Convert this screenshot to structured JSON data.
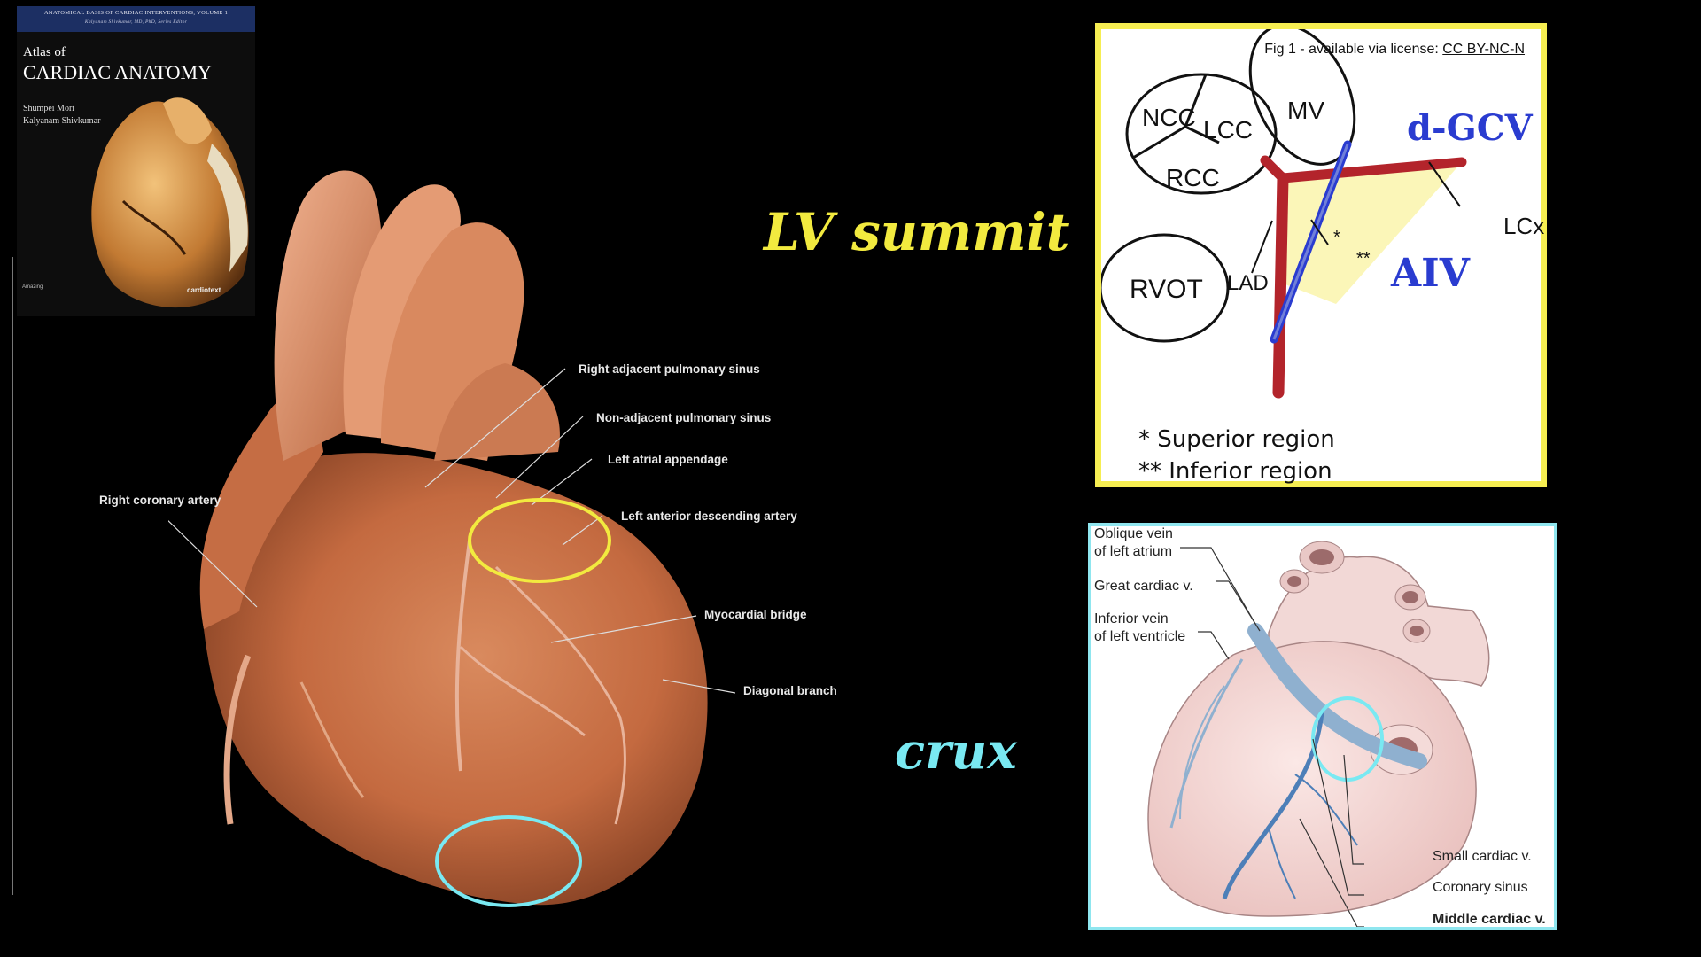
{
  "book": {
    "series": "ANATOMICAL BASIS OF CARDIAC INTERVENTIONS, VOLUME 1",
    "editor": "Kalyanam Shivkumar, MD, PhD, Series Editor",
    "title_line1": "Atlas of",
    "title_line2": "CARDIAC ANATOMY",
    "author1": "Shumpei Mori",
    "author2": "Kalyanam Shivkumar",
    "publisher_left": "Amazing",
    "publisher_right": "cardiotext"
  },
  "labels": {
    "lv_summit": "LV summit",
    "crux": "crux"
  },
  "heart_labels": {
    "right_adjacent_pulmonary_sinus": "Right adjacent pulmonary sinus",
    "non_adjacent_pulmonary_sinus": "Non-adjacent pulmonary sinus",
    "left_atrial_appendage": "Left atrial appendage",
    "left_anterior_descending_artery": "Left anterior descending artery",
    "right_coronary_artery": "Right coronary artery",
    "myocardial_bridge": "Myocardial bridge",
    "diagonal_branch": "Diagonal branch"
  },
  "panel1": {
    "fig_caption": "Fig 1 - available via license: ",
    "license": "CC BY-NC-N",
    "ncc": "NCC",
    "lcc": "LCC",
    "rcc": "RCC",
    "mv": "MV",
    "rvot": "RVOT",
    "lad": "LAD",
    "lcx": "LCx",
    "dgcv": "d-GCV",
    "aiv": "AIV",
    "single_star": "*",
    "double_star": "**",
    "legend_superior": "* Superior region",
    "legend_inferior": "** Inferior region"
  },
  "panel2": {
    "oblique_vein_1": "Oblique vein",
    "oblique_vein_2": "of left atrium",
    "great_cardiac": "Great cardiac v.",
    "inferior_vein_1": "Inferior vein",
    "inferior_vein_2": "of left ventricle",
    "small_cardiac": "Small cardiac v.",
    "coronary_sinus": "Coronary sinus",
    "middle_cardiac": "Middle cardiac v."
  },
  "colors": {
    "lv_summit": "#f2ea3f",
    "crux": "#79e9f2",
    "panel1_border": "#f6ee52",
    "panel2_border": "#8fe6ef",
    "dgcv_blue": "#2a3cd0",
    "artery_red": "#b3242b"
  }
}
